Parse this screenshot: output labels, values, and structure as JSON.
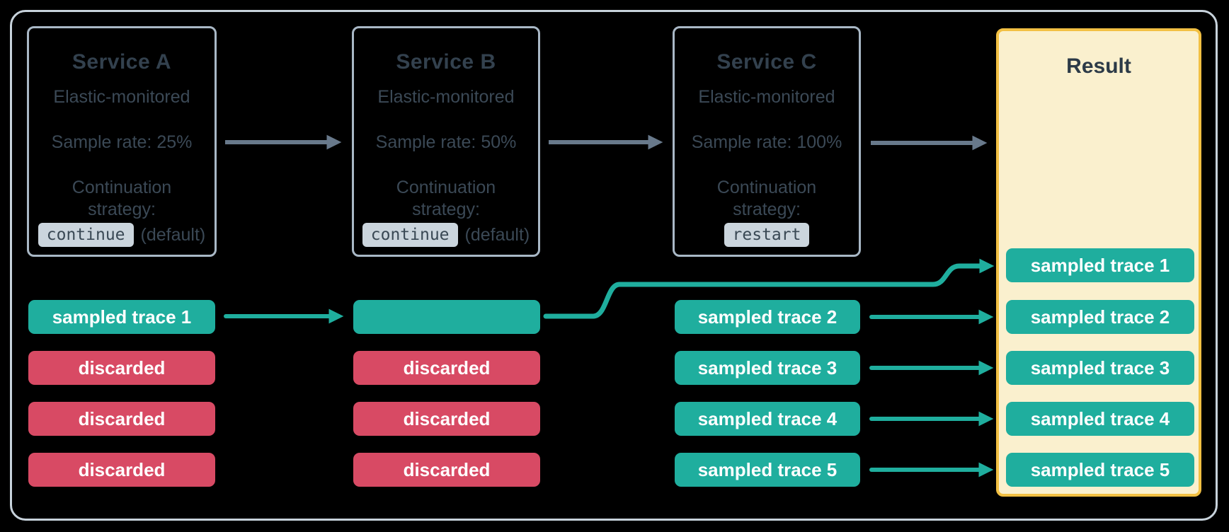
{
  "labels": {
    "continuation": "Continuation",
    "strategy": "strategy:"
  },
  "services": [
    {
      "name": "Service A",
      "monitored": "Elastic-monitored",
      "sample_rate": "Sample rate: 25%",
      "badge": "continue",
      "badge_suffix": "(default)"
    },
    {
      "name": "Service B",
      "monitored": "Elastic-monitored",
      "sample_rate": "Sample rate: 50%",
      "badge": "continue",
      "badge_suffix": "(default)"
    },
    {
      "name": "Service C",
      "monitored": "Elastic-monitored",
      "sample_rate": "Sample rate: 100%",
      "badge": "restart",
      "badge_suffix": ""
    }
  ],
  "trace_rows": {
    "service_a": [
      "sampled trace 1",
      "discarded",
      "discarded",
      "discarded"
    ],
    "service_b": [
      "",
      "discarded",
      "discarded",
      "discarded"
    ],
    "service_c": [
      "sampled trace 2",
      "sampled trace 3",
      "sampled trace 4",
      "sampled trace 5"
    ]
  },
  "result": {
    "title": "Result",
    "pills": [
      "sampled trace 1",
      "sampled trace 2",
      "sampled trace 3",
      "sampled trace 4",
      "sampled trace 5"
    ]
  },
  "colors": {
    "teal": "#1FAE9E",
    "red": "#D84A64",
    "result_bg": "#FAF0CE",
    "result_border": "#F2C043",
    "box_border": "#A9B8C6",
    "outer_border": "#C7D2DB",
    "arrow_gray": "#68798B",
    "text_dark": "#33414E",
    "page_bg": "#000000"
  }
}
